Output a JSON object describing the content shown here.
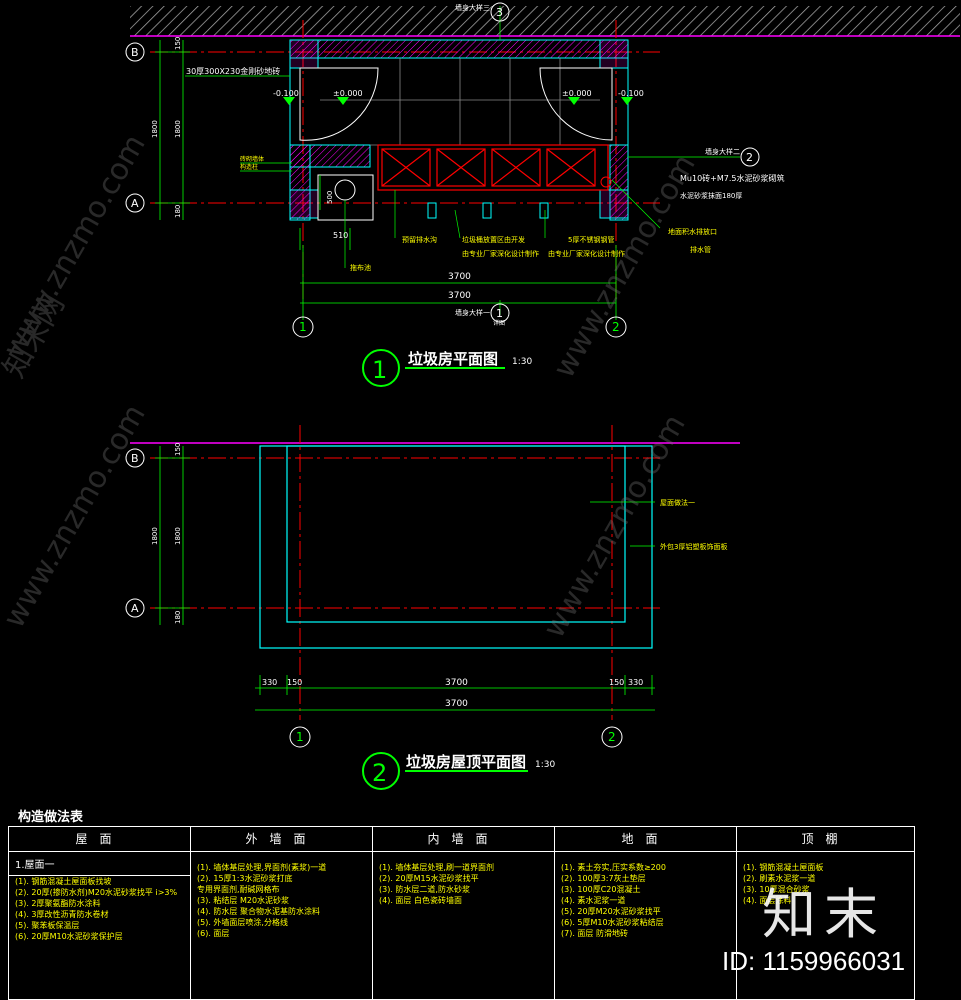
{
  "plan1": {
    "detail_top": "墙身大样三",
    "detail_top_num": "3",
    "detail_right": "墙身大样二",
    "detail_right_num": "2",
    "detail_bottom": "墙身大样一",
    "detail_bottom_num": "1",
    "detail_sheet": "详图",
    "axis_B": "B",
    "axis_A": "A",
    "axis_1": "1",
    "axis_2": "2",
    "dim_150": "150",
    "dim_1800a": "1800",
    "dim_1800b": "1800",
    "dim_180": "180",
    "dim_500": "500",
    "dim_510": "510",
    "dim_3700a": "3700",
    "dim_3700b": "3700",
    "note_tile": "30厚300X230金刚砂地砖",
    "elev_left_neg": "-0.100",
    "elev_left_zero": "±0.000",
    "elev_right_zero": "±0.000",
    "elev_right_neg": "-0.100",
    "note_wall_label_1": "砖砌墙体",
    "note_wall_label_2": "构造柱",
    "note_mu": "Mu10砖+M7.5水泥砂浆砌筑",
    "note_mu2": "水泥砂浆抹面180厚",
    "note_drain": "地面积水排放口",
    "note_sewer": "排水管",
    "note_sink": "拖布池",
    "note_gutter": "预留排水沟",
    "note_bins1": "垃圾桶放置区由开发",
    "note_bins1b": "由专业厂家深化设计制作",
    "note_pipe": "5厚不锈钢钢管",
    "note_pipe_b": "由专业厂家深化设计制作",
    "note_bot": "墙身大样一",
    "title_num": "1",
    "title": "垃圾房平面图",
    "scale": "1:30"
  },
  "plan2": {
    "axis_B": "B",
    "axis_A": "A",
    "axis_1": "1",
    "axis_2": "2",
    "dim_150": "150",
    "dim_1800a": "1800",
    "dim_1800b": "1800",
    "dim_180": "180",
    "dim_330a": "330",
    "dim_150a": "150",
    "dim_3700a": "3700",
    "dim_150b": "150",
    "dim_330b": "330",
    "dim_3700b": "3700",
    "note_roof": "屋面做法一",
    "note_board": "外包3厚铝塑板饰面板",
    "title_num": "2",
    "title": "垃圾房屋顶平面图",
    "scale": "1:30"
  },
  "table": {
    "section_title": "构造做法表",
    "headers": [
      "屋面",
      "外墙面",
      "内墙面",
      "地面",
      "顶棚"
    ],
    "roof_sub": "1.屋面一",
    "roof": [
      "(1).",
      "(2).",
      "(3).",
      "(4).",
      "(5).",
      "(6)."
    ],
    "roof_text": [
      "钢筋混凝土屋面板找坡",
      "20厚(掺防水剂)M20水泥砂浆找平 i>3%",
      "2厚聚氨酯防水涂料",
      "3厚改性沥青防水卷材",
      "聚苯板保温层",
      "20厚M10水泥砂浆保护层"
    ],
    "ext": [
      "(1).",
      "(2).",
      "",
      "(3).",
      "(4).",
      "(5).",
      "(6)."
    ],
    "ext_text": [
      "墙体基层处理,界面剂(素浆)一道",
      "15厚1:3水泥砂浆打底",
      "专用界面剂,耐碱网格布",
      "粘结层 M20水泥砂浆",
      "防水层 聚合物水泥基防水涂料",
      "外墙面层喷涂,分格线",
      "面层"
    ],
    "int": [
      "(1).",
      "(2).",
      "(3).",
      "(4)."
    ],
    "int_text": [
      "墙体基层处理,刷一道界面剂",
      "20厚M15水泥砂浆找平",
      "防水层二道,防水砂浆",
      "面层 白色瓷砖墙面"
    ],
    "floor": [
      "(1).",
      "(2).",
      "(3).",
      "(4).",
      "(5).",
      "(6).",
      "(7)."
    ],
    "floor_text": [
      "素土夯实,压实系数≥200",
      "100厚3:7灰土垫层",
      "100厚C20混凝土",
      "素水泥浆一道",
      "20厚M20水泥砂浆找平",
      "5厚M10水泥砂浆粘结层",
      "面层 防滑地砖"
    ],
    "ceil": [
      "(1).",
      "(2).",
      "(3).",
      "(4)."
    ],
    "ceil_text": [
      "钢筋混凝土屋面板",
      "刷素水泥浆一道",
      "10厚混合砂浆",
      "面层涂料"
    ]
  },
  "watermark": {
    "site": "www.znzmo.com",
    "brand": "知末网",
    "logo": "知末",
    "id": "ID: 1159966031"
  }
}
